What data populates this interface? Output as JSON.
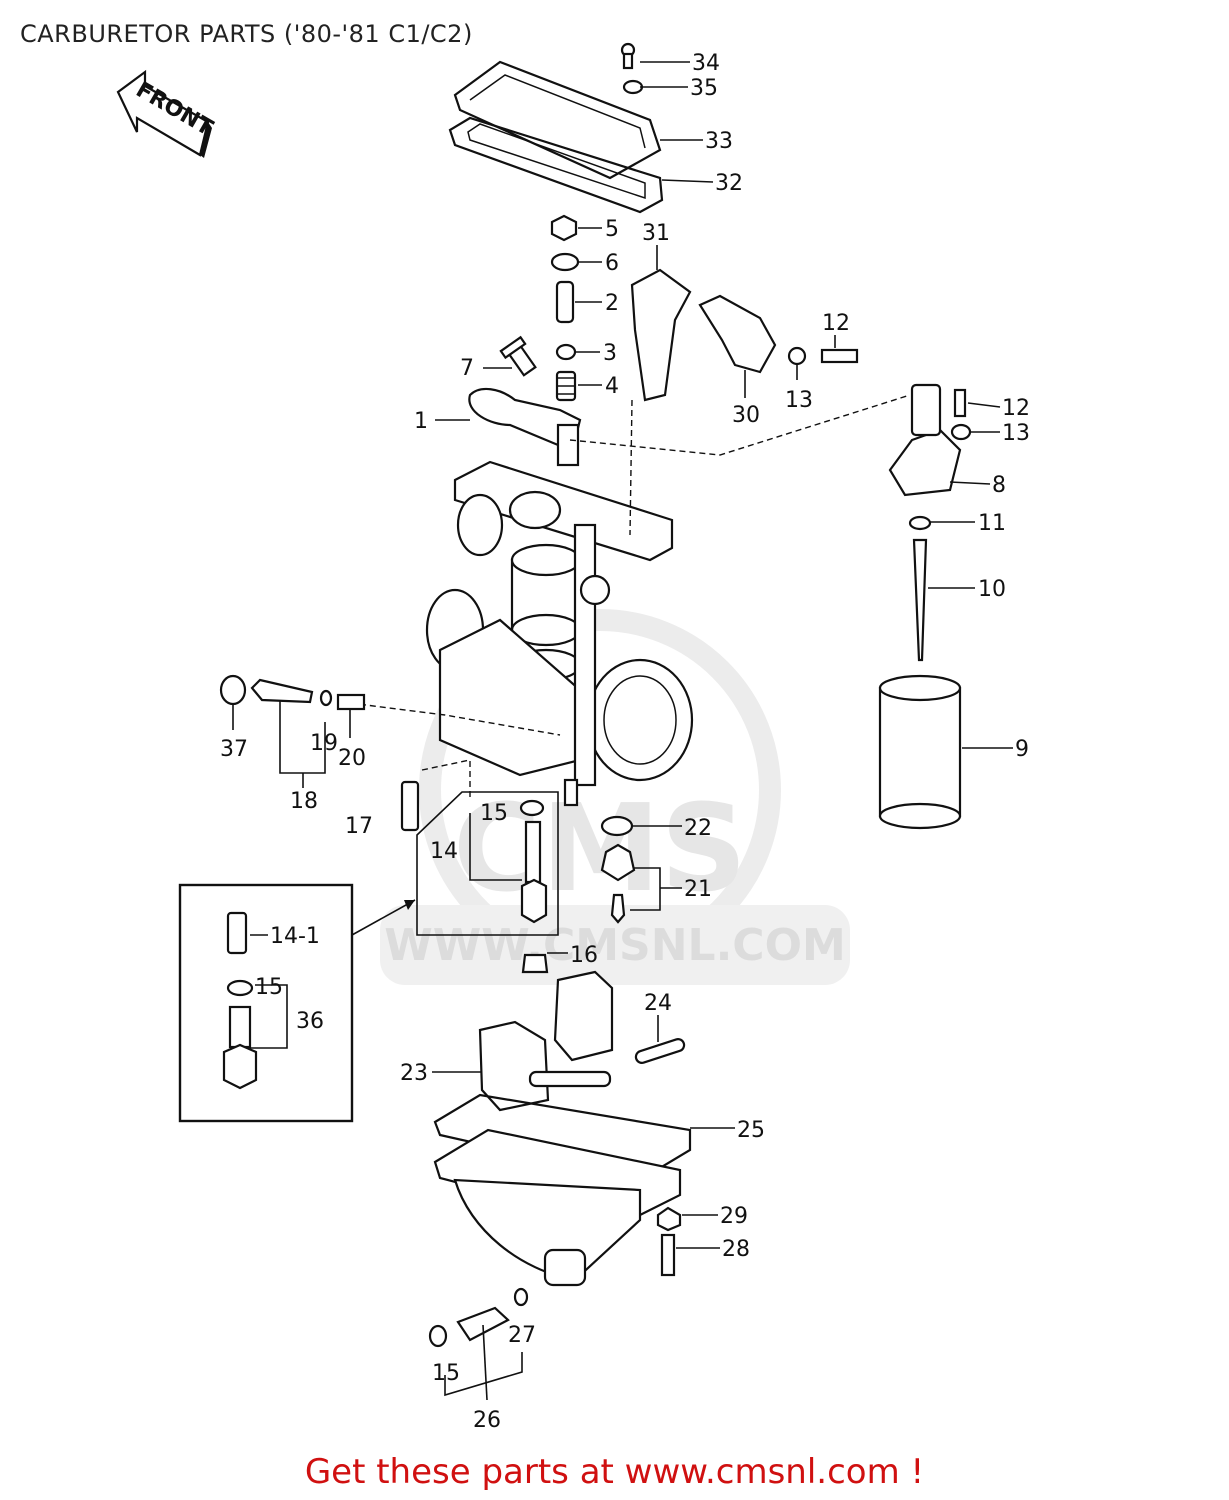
{
  "title": "CARBURETOR PARTS ('80-'81 C1/C2)",
  "footer": "Get these parts at www.cmsnl.com !",
  "watermark": {
    "logo": "CMS",
    "url": "WWW.CMSNL.COM"
  },
  "front_arrow": "FRONT",
  "callouts": {
    "c34": "34",
    "c35": "35",
    "c33": "33",
    "c32": "32",
    "c5": "5",
    "c6": "6",
    "c31": "31",
    "c2": "2",
    "c3": "3",
    "c7": "7",
    "c4": "4",
    "c12a": "12",
    "c13a": "13",
    "c30": "30",
    "c1": "1",
    "c12b": "12",
    "c13b": "13",
    "c8": "8",
    "c11": "11",
    "c10": "10",
    "c9": "9",
    "c37": "37",
    "c19": "19",
    "c20": "20",
    "c18": "18",
    "c17": "17",
    "c15a": "15",
    "c14": "14",
    "c22": "22",
    "c21": "21",
    "c141": "14-1",
    "c15b": "15",
    "c36": "36",
    "c16": "16",
    "c24": "24",
    "c23": "23",
    "c25": "25",
    "c29": "29",
    "c28": "28",
    "c27": "27",
    "c15c": "15",
    "c26": "26"
  },
  "colors": {
    "footer": "#d01010",
    "line": "#111111",
    "watermark": "#e6e6e6"
  }
}
